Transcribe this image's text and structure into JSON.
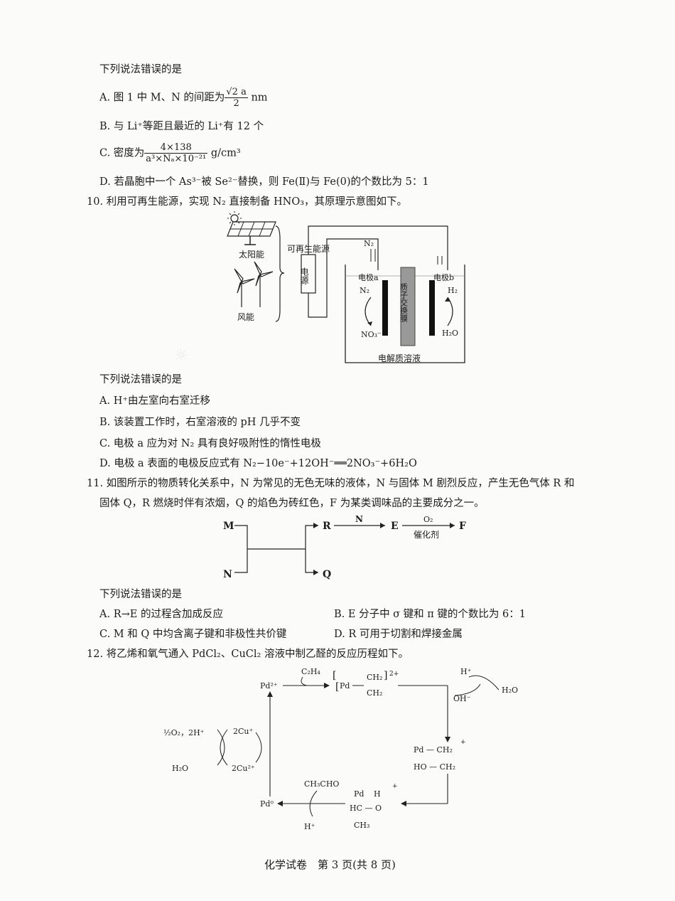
{
  "q9": {
    "prompt": "下列说法错误的是",
    "a_pre": "A. 图 1 中 M、N 的间距为",
    "a_num": "√2 a",
    "a_den": "2",
    "a_post": "nm",
    "b": "B. 与 Li⁺等距且最近的 Li⁺有 12 个",
    "c_pre": "C. 密度为",
    "c_num": "4×138",
    "c_den": "a³×Nₐ×10⁻²¹",
    "c_post": "g/cm³",
    "d": "D. 若晶胞中一个 As³⁻被 Se²⁻替换，则 Fe(Ⅱ)与 Fe(0)的个数比为 5：1"
  },
  "q10": {
    "stem": "10. 利用可再生能源，实现 N₂ 直接制备 HNO₃，其原理示意图如下。",
    "diagram": {
      "solar": "太阳能",
      "wind": "风能",
      "renewable": "可再生能源",
      "power": "电源",
      "n2_in": "N₂",
      "electrode_a": "电极a",
      "electrode_b": "电极b",
      "left_in": "N₂",
      "left_out": "NO₃⁻",
      "right_top": "H₂",
      "right_bottom": "H₂O",
      "membrane": "质子交换膜",
      "electrolyte": "电解质溶液"
    },
    "prompt": "下列说法错误的是",
    "a": "A. H⁺由左室向右室迁移",
    "b": "B. 该装置工作时，右室溶液的 pH 几乎不变",
    "c": "C. 电极 a 应为对 N₂ 具有良好吸附性的惰性电极",
    "d": "D. 电极 a 表面的电极反应式有 N₂−10e⁻+12OH⁻══2NO₃⁻+6H₂O"
  },
  "q11": {
    "stem1": "11. 如图所示的物质转化关系中，N 为常见的无色无味的液体，N 与固体 M 剧烈反应，产生无色气体 R 和",
    "stem2": "固体 Q，R 燃烧时伴有浓烟，Q 的焰色为砖红色，F 为某类调味品的主要成分之一。",
    "diagram": {
      "m": "M",
      "n": "N",
      "r": "R",
      "q": "Q",
      "e": "E",
      "f": "F",
      "arrow1": "N",
      "arrow2_top": "O₂",
      "arrow2_bottom": "催化剂"
    },
    "prompt": "下列说法错误的是",
    "a": "A. R→E 的过程含加成反应",
    "b": "B. E 分子中 σ 键和 π 键的个数比为 6：1",
    "c": "C. M 和 Q 中均含离子键和非极性共价键",
    "d": "D. R 可用于切割和焊接金属"
  },
  "q12": {
    "stem": "12. 将乙烯和氧气通入 PdCl₂、CuCl₂ 溶液中制乙醛的反应历程如下。",
    "diagram": {
      "pd2": "Pd²⁺",
      "pd0": "Pd⁰",
      "c2h4": "C₂H₄",
      "complex1_pd": "Pd",
      "complex1_ch2a": "CH₂",
      "complex1_ch2b": "CH₂",
      "complex1_charge": "2+",
      "h_plus": "H⁺",
      "oh_minus": "OH⁻",
      "h2o": "H₂O",
      "complex2_top": "Pd — CH₂",
      "complex2_bottom": "HO — CH₂",
      "complex2_charge": "+",
      "complex3_pd": "Pd",
      "complex3_h": "H",
      "complex3_hc": "HC — O",
      "complex3_ch3": "CH₃",
      "complex3_charge": "+",
      "ch3cho": "CH₃CHO",
      "h_plus_out": "H⁺",
      "o2_frac": "½O₂，2H⁺",
      "h2o_out": "H₂O",
      "cu_plus": "2Cu⁺",
      "cu_2plus": "2Cu²⁺"
    }
  },
  "footer": "化学试卷　第 3 页(共 8 页)"
}
